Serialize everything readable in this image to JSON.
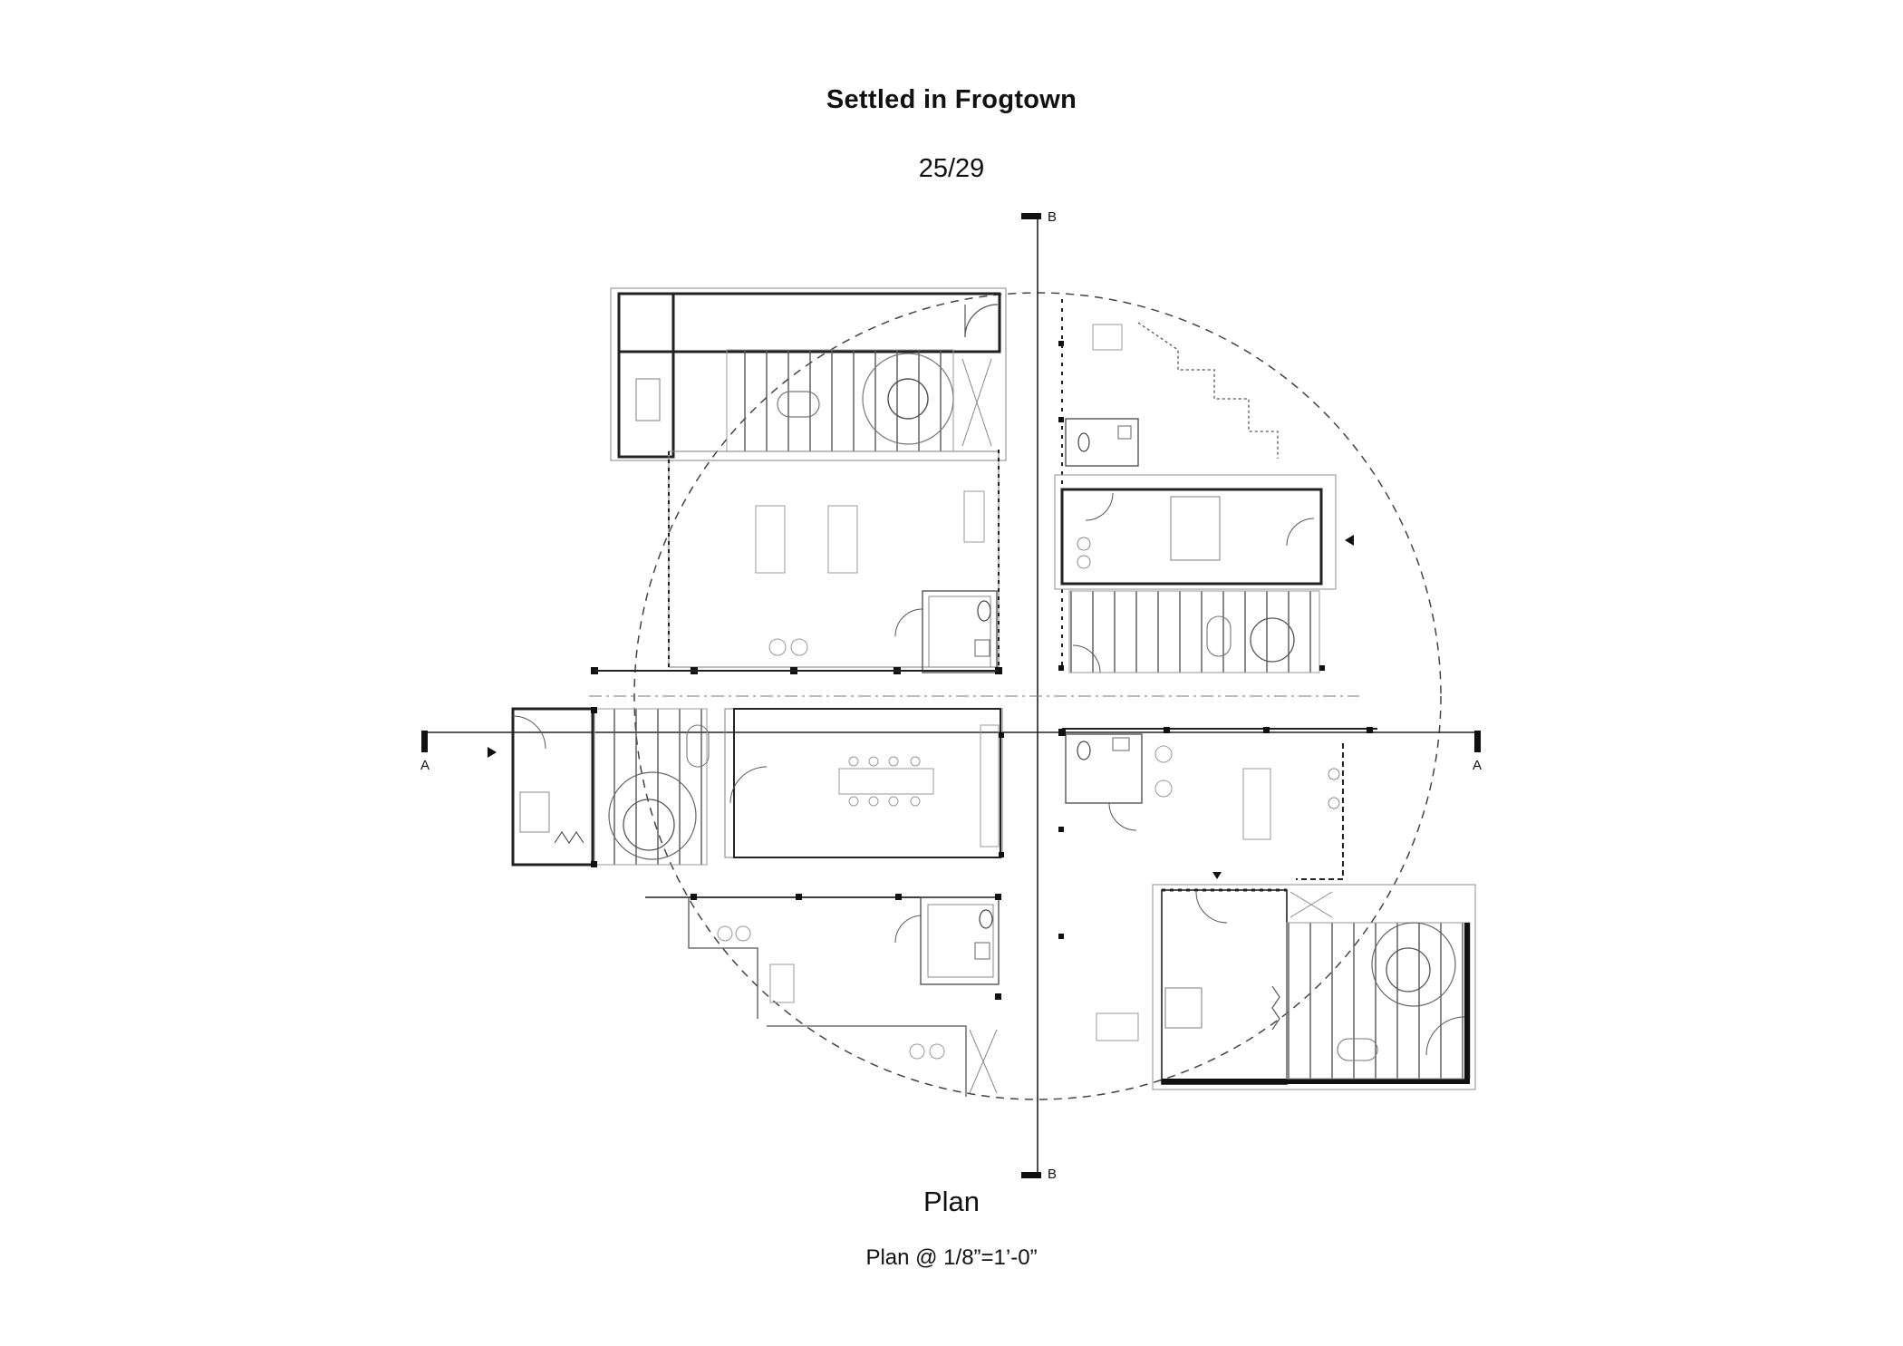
{
  "document": {
    "title": "Settled in Frogtown",
    "page_number": "25/29",
    "plan_caption": "Plan",
    "scale_note": "Plan @ 1/8”=1’-0”"
  },
  "section_markers": {
    "a_left": "A",
    "a_right": "A",
    "b_top": "B",
    "b_bottom": "B"
  },
  "colors": {
    "ink": "#111111",
    "line": "#222222",
    "light_line": "#9a9a9a",
    "background": "#ffffff"
  }
}
